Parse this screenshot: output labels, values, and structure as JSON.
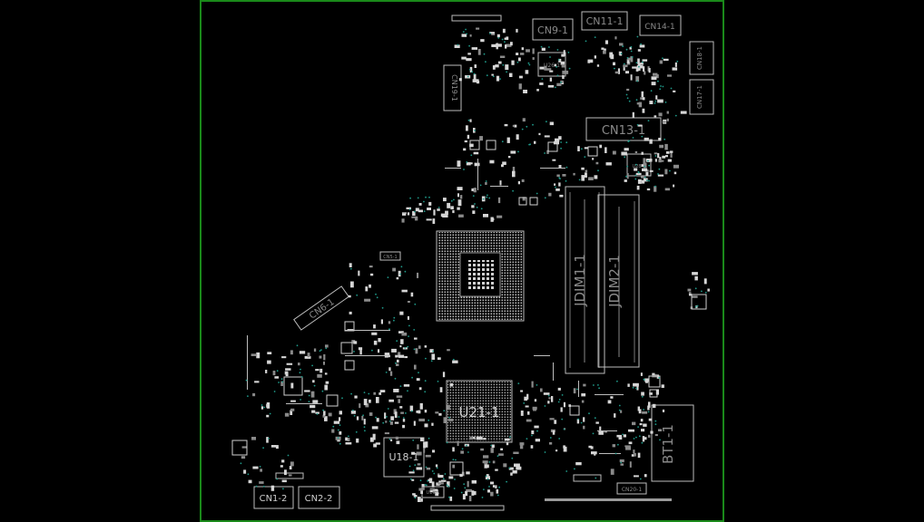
{
  "board": {
    "border_color": "#1a8a1a",
    "label_color": "#8a8a8a",
    "via_color": "#1f9a8a"
  },
  "labels": {
    "cn9": "CN9-1",
    "cn11": "CN11-1",
    "cn14": "CN14-1",
    "cn18": "CN18-1",
    "cn17": "CN17-1",
    "cn19": "CN19-1",
    "u26": "U26-1",
    "cn13": "CN13-1",
    "u28": "U28-1",
    "cn6": "CN6-1",
    "cn5": "CN5-1",
    "jdim1": "JDIM1-1",
    "jdim2": "JDIM2-1",
    "u21": "U21-1",
    "u18": "U18-1",
    "u19": "U19-1",
    "bt1": "BT1-1",
    "cn20": "CN20-1",
    "cn1": "CN1-2",
    "cn2": "CN2-2"
  }
}
